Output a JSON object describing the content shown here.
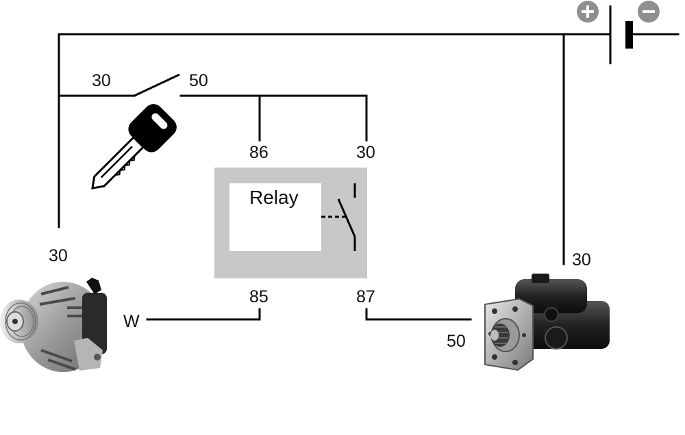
{
  "diagram": {
    "title": "Starter relay wiring with alternator W signal",
    "battery": {
      "positive_symbol": "+",
      "negative_symbol": "−",
      "symbol_color": "#8f8f8f"
    },
    "ignition_switch": {
      "terminal_in": "30",
      "terminal_out": "50",
      "icon": "key-icon"
    },
    "relay": {
      "label": "Relay",
      "terminals": {
        "t86": "86",
        "t30": "30",
        "t85": "85",
        "t87": "87"
      },
      "body_color": "#c8c8c8"
    },
    "alternator": {
      "terminal_b": "30",
      "terminal_w": "W",
      "icon": "alternator-icon"
    },
    "starter": {
      "terminal_main": "30",
      "terminal_solenoid": "50",
      "icon": "starter-motor-icon"
    }
  }
}
